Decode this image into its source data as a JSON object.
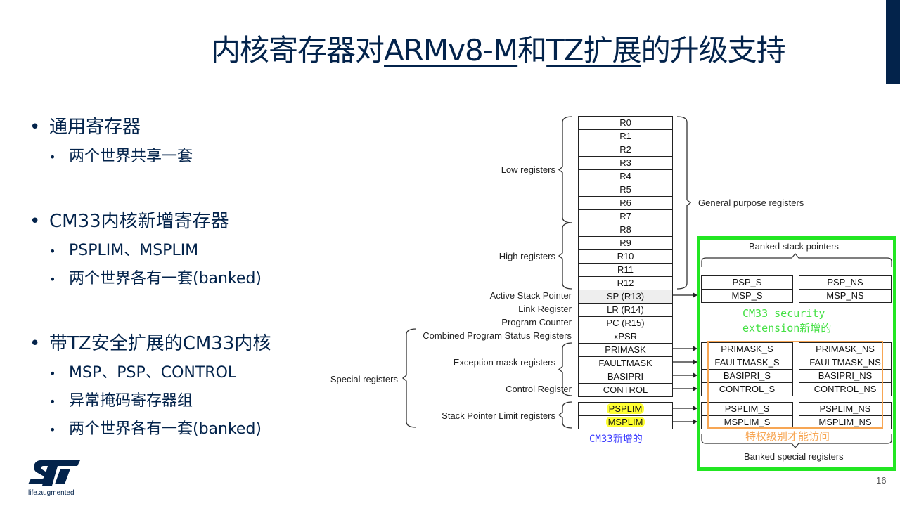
{
  "title": {
    "part1": "内核寄存器对",
    "underlined1": "ARMv8-M",
    "part2": "和",
    "underlined2": "TZ扩展",
    "part3": "的升级支持"
  },
  "bullets": [
    {
      "text": "通用寄存器",
      "children": [
        "两个世界共享一套"
      ]
    },
    {
      "text": "CM33内核新增寄存器",
      "children": [
        "PSPLIM、MSPLIM",
        "两个世界各有一套(banked)"
      ]
    },
    {
      "text": "带TZ安全扩展的CM33内核",
      "children": [
        "MSP、PSP、CONTROL",
        "异常掩码寄存器组",
        "两个世界各有一套(banked)"
      ]
    }
  ],
  "diagram": {
    "registers": [
      "R0",
      "R1",
      "R2",
      "R3",
      "R4",
      "R5",
      "R6",
      "R7",
      "R8",
      "R9",
      "R10",
      "R11",
      "R12",
      "SP (R13)",
      "LR (R14)",
      "PC (R15)",
      "xPSR",
      "PRIMASK",
      "FAULTMASK",
      "BASIPRI",
      "CONTROL",
      "PSPLIM",
      "MSPLIM"
    ],
    "labels": {
      "low": "Low registers",
      "high": "High registers",
      "general": "General purpose registers",
      "sp": "Active Stack Pointer",
      "lr": "Link Register",
      "pc": "Program Counter",
      "xpsr": "Combined Program Status Registers",
      "exception": "Exception mask registers",
      "control": "Control Register",
      "splim": "Stack Pointer Limit registers",
      "special": "Special registers"
    },
    "cm33_new_note": "CM33新增的",
    "banked_stack_title": "Banked stack pointers",
    "banked_stack": [
      [
        "PSP_S",
        "PSP_NS"
      ],
      [
        "MSP_S",
        "MSP_NS"
      ]
    ],
    "security_note_line1": "CM33 security",
    "security_note_line2": "extension新增的",
    "banked_special": [
      [
        "PRIMASK_S",
        "PRIMASK_NS"
      ],
      [
        "FAULTMASK_S",
        "FAULTMASK_NS"
      ],
      [
        "BASIPRI_S",
        "BASIPRI_NS"
      ],
      [
        "CONTROL_S",
        "CONTROL_NS"
      ],
      [
        "PSPLIM_S",
        "PSPLIM_NS"
      ],
      [
        "MSPLIM_S",
        "MSPLIM_NS"
      ]
    ],
    "privileged_note": "特权级别才能访问",
    "banked_special_title": "Banked special registers",
    "colors": {
      "highlight": "#ffff33",
      "green_box": "#22e622",
      "orange_box": "#f7a654",
      "blue_note": "#3a3aff",
      "brand": "#03234b"
    }
  },
  "footer": {
    "page_number": "16",
    "tagline": "life.augmented",
    "logo_text": "ST"
  }
}
